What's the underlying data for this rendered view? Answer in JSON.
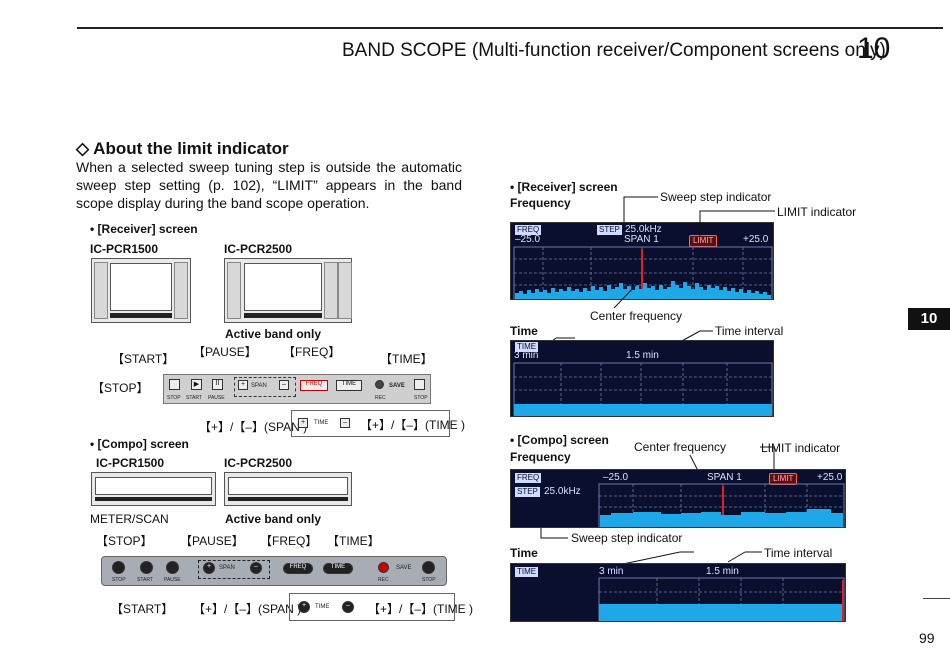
{
  "header": {
    "title": "BAND SCOPE (Multi-function receiver/Component screens only)",
    "chapter": "10"
  },
  "section": {
    "title": "◇ About the limit indicator",
    "body": "When a selected sweep tuning step is outside the automatic sweep step setting (p. 102), “LIMIT” appears in the band scope display during the band scope operation."
  },
  "left": {
    "receiver_heading": "• [Receiver] screen",
    "pcr1500": "IC-PCR1500",
    "pcr2500": "IC-PCR2500",
    "active_band_only": "Active band only",
    "start": "【START】",
    "pause": "【PAUSE】",
    "freq": "【FREQ】",
    "time": "【TIME】",
    "stop": "【STOP】",
    "span_keys": "【+】/【–】(SPAN )",
    "time_keys": "【+】/【–】(TIME )",
    "compo_heading": "• [Compo] screen",
    "pcr1500_b": "IC-PCR1500",
    "pcr2500_b": "IC-PCR2500",
    "meter_scan": "METER/SCAN",
    "active_band_only_b": "Active band only",
    "stop_b": "【STOP】",
    "pause_b": "【PAUSE】",
    "freq_b": "【FREQ】",
    "time_b": "【TIME】",
    "start_b": "【START】",
    "span_keys_b": "【+】/【–】(SPAN )",
    "time_keys_b": "【+】/【–】(TIME )",
    "bar_labels": {
      "stop": "STOP",
      "start": "START",
      "pause": "PAUSE",
      "span": "SPAN",
      "freq": "FREQ",
      "time": "TIME",
      "rec": "REC",
      "save": "SAVE"
    }
  },
  "right": {
    "receiver_heading": "• [Receiver] screen",
    "frequency": "Frequency",
    "sweep_step_indicator": "Sweep step indicator",
    "limit_indicator": "LIMIT indicator",
    "center_frequency": "Center frequency",
    "time": "Time",
    "time_interval": "Time interval",
    "compo_heading": "• [Compo] screen",
    "frequency_b": "Frequency",
    "center_frequency_b": "Center frequency",
    "limit_indicator_b": "LIMIT indicator",
    "sweep_step_indicator_b": "Sweep step indicator",
    "time_b": "Time",
    "time_interval_b": "Time interval",
    "scope": {
      "freq_badge": "FREQ",
      "step_badge": "STEP",
      "step_value": "25.0kHz",
      "left_edge": "–25.0",
      "right_edge": "+25.0",
      "span": "SPAN 1",
      "limit": "LIMIT",
      "time_badge": "TIME",
      "t_3min": "3 min",
      "t_15min": "1.5 min",
      "compo_left_edge": "–25.0",
      "compo_right_edge": "+25.0"
    }
  },
  "page_number": "99",
  "tab": "10",
  "colors": {
    "scope_bg": "#0a0f2e",
    "trace": "#1fa8e8",
    "limit": "#ff6060",
    "center": "#e02020"
  }
}
